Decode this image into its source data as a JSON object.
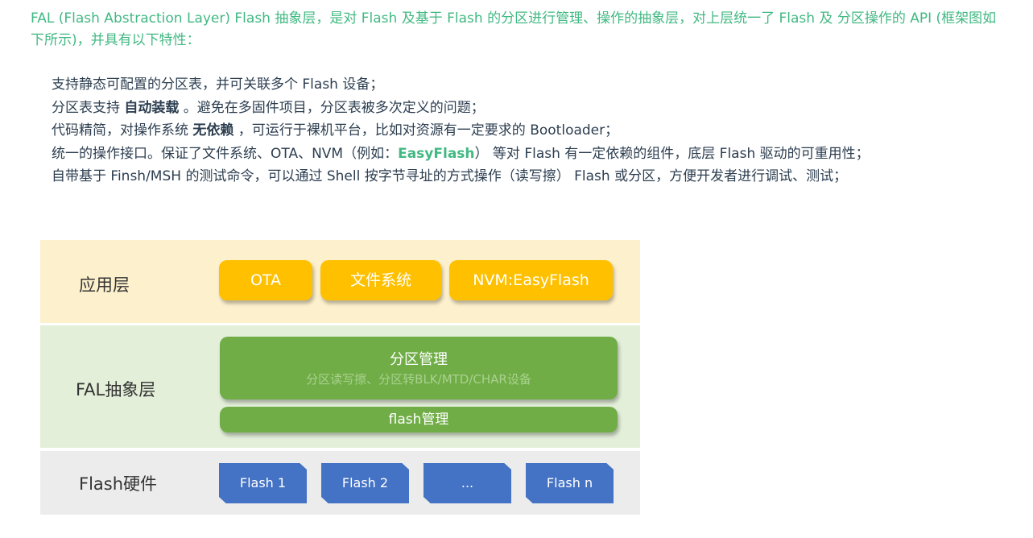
{
  "intro": "FAL (Flash Abstraction Layer) Flash 抽象层，是对 Flash 及基于 Flash 的分区进行管理、操作的抽象层，对上层统一了 Flash 及 分区操作的 API (框架图如下所示)，并具有以下特性：",
  "features": [
    {
      "text": "支持静态可配置的分区表，并可关联多个 Flash 设备；"
    },
    {
      "pre": "分区表支持 ",
      "bold": "自动装载",
      "post": " 。避免在多固件项目，分区表被多次定义的问题；"
    },
    {
      "pre": "代码精简，对操作系统 ",
      "bold": "无依赖",
      "post": " ，可运行于裸机平台，比如对资源有一定要求的 Bootloader；"
    },
    {
      "pre": "统一的操作接口。保证了文件系统、OTA、NVM（例如：",
      "link": "EasyFlash",
      "post": "） 等对 Flash 有一定依赖的组件，底层 Flash 驱动的可重用性；"
    },
    {
      "text": "自带基于 Finsh/MSH 的测试命令，可以通过 Shell 按字节寻址的方式操作（读写擦） Flash 或分区，方便开发者进行调试、测试；"
    }
  ],
  "diagram": {
    "app_layer": {
      "label": "应用层",
      "boxes": [
        "OTA",
        "文件系统",
        "NVM:EasyFlash"
      ]
    },
    "fal_layer": {
      "label": "FAL抽象层",
      "partition_title": "分区管理",
      "partition_sub": "分区读写擦、分区转BLK/MTD/CHAR设备",
      "flash_mgr": "flash管理"
    },
    "hw_layer": {
      "label": "Flash硬件",
      "devices": [
        "Flash 1",
        "Flash 2",
        "...",
        "Flash n"
      ]
    },
    "colors": {
      "app_bg": "#fdf0cd",
      "fal_bg": "#e3efd9",
      "hw_bg": "#ececec",
      "orange": "#ffc000",
      "green": "#70ad47",
      "blue": "#4472c4",
      "link": "#42b983"
    }
  }
}
